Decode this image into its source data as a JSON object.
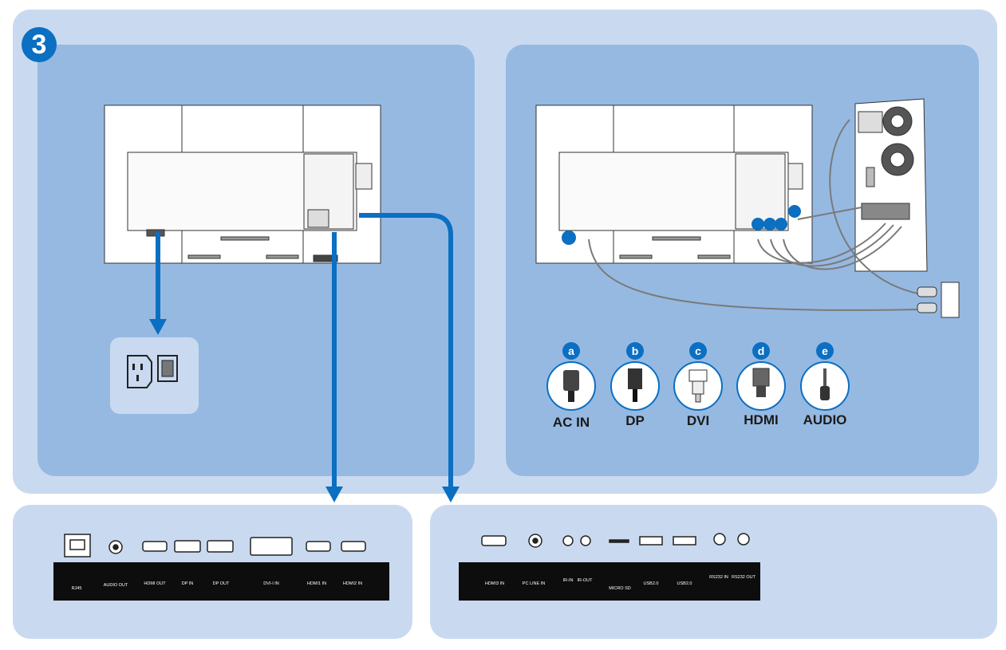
{
  "step": {
    "number": "3"
  },
  "connectors": {
    "letters": [
      "a",
      "b",
      "c",
      "d",
      "e"
    ],
    "labels": [
      "AC IN",
      "DP",
      "DVI",
      "HDMI",
      "AUDIO"
    ]
  },
  "bottom_left": {
    "ports": [
      "RJ45",
      "AUDIO  OUT",
      "HDMI OUT",
      "DP IN",
      "DP OUT",
      "DVI-I IN",
      "HDMI1 IN",
      "HDMI2 IN"
    ]
  },
  "bottom_right": {
    "ports": [
      "HDMI3 IN",
      "PC LINE IN",
      "IR-IN",
      "IR-OUT",
      "MICRO SD",
      "USB2.0",
      "USB2.0",
      "RS232 IN",
      "RS232 OUT"
    ]
  },
  "colors": {
    "accent": "#0b6fc2",
    "outer": "#c9daf0",
    "inner": "#96b9e2"
  }
}
